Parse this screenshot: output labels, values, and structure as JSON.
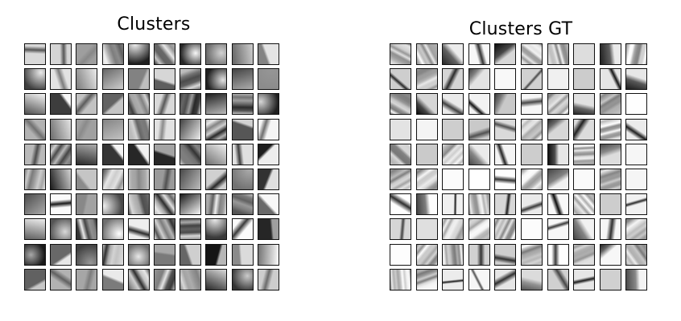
{
  "panels": [
    {
      "title": "Clusters",
      "rows": 10,
      "cols": 10,
      "style": "smooth"
    },
    {
      "title": "Clusters GT",
      "rows": 10,
      "cols": 10,
      "style": "detailed"
    }
  ],
  "colors": {
    "background": "#ffffff",
    "tile_border": "#111111"
  }
}
